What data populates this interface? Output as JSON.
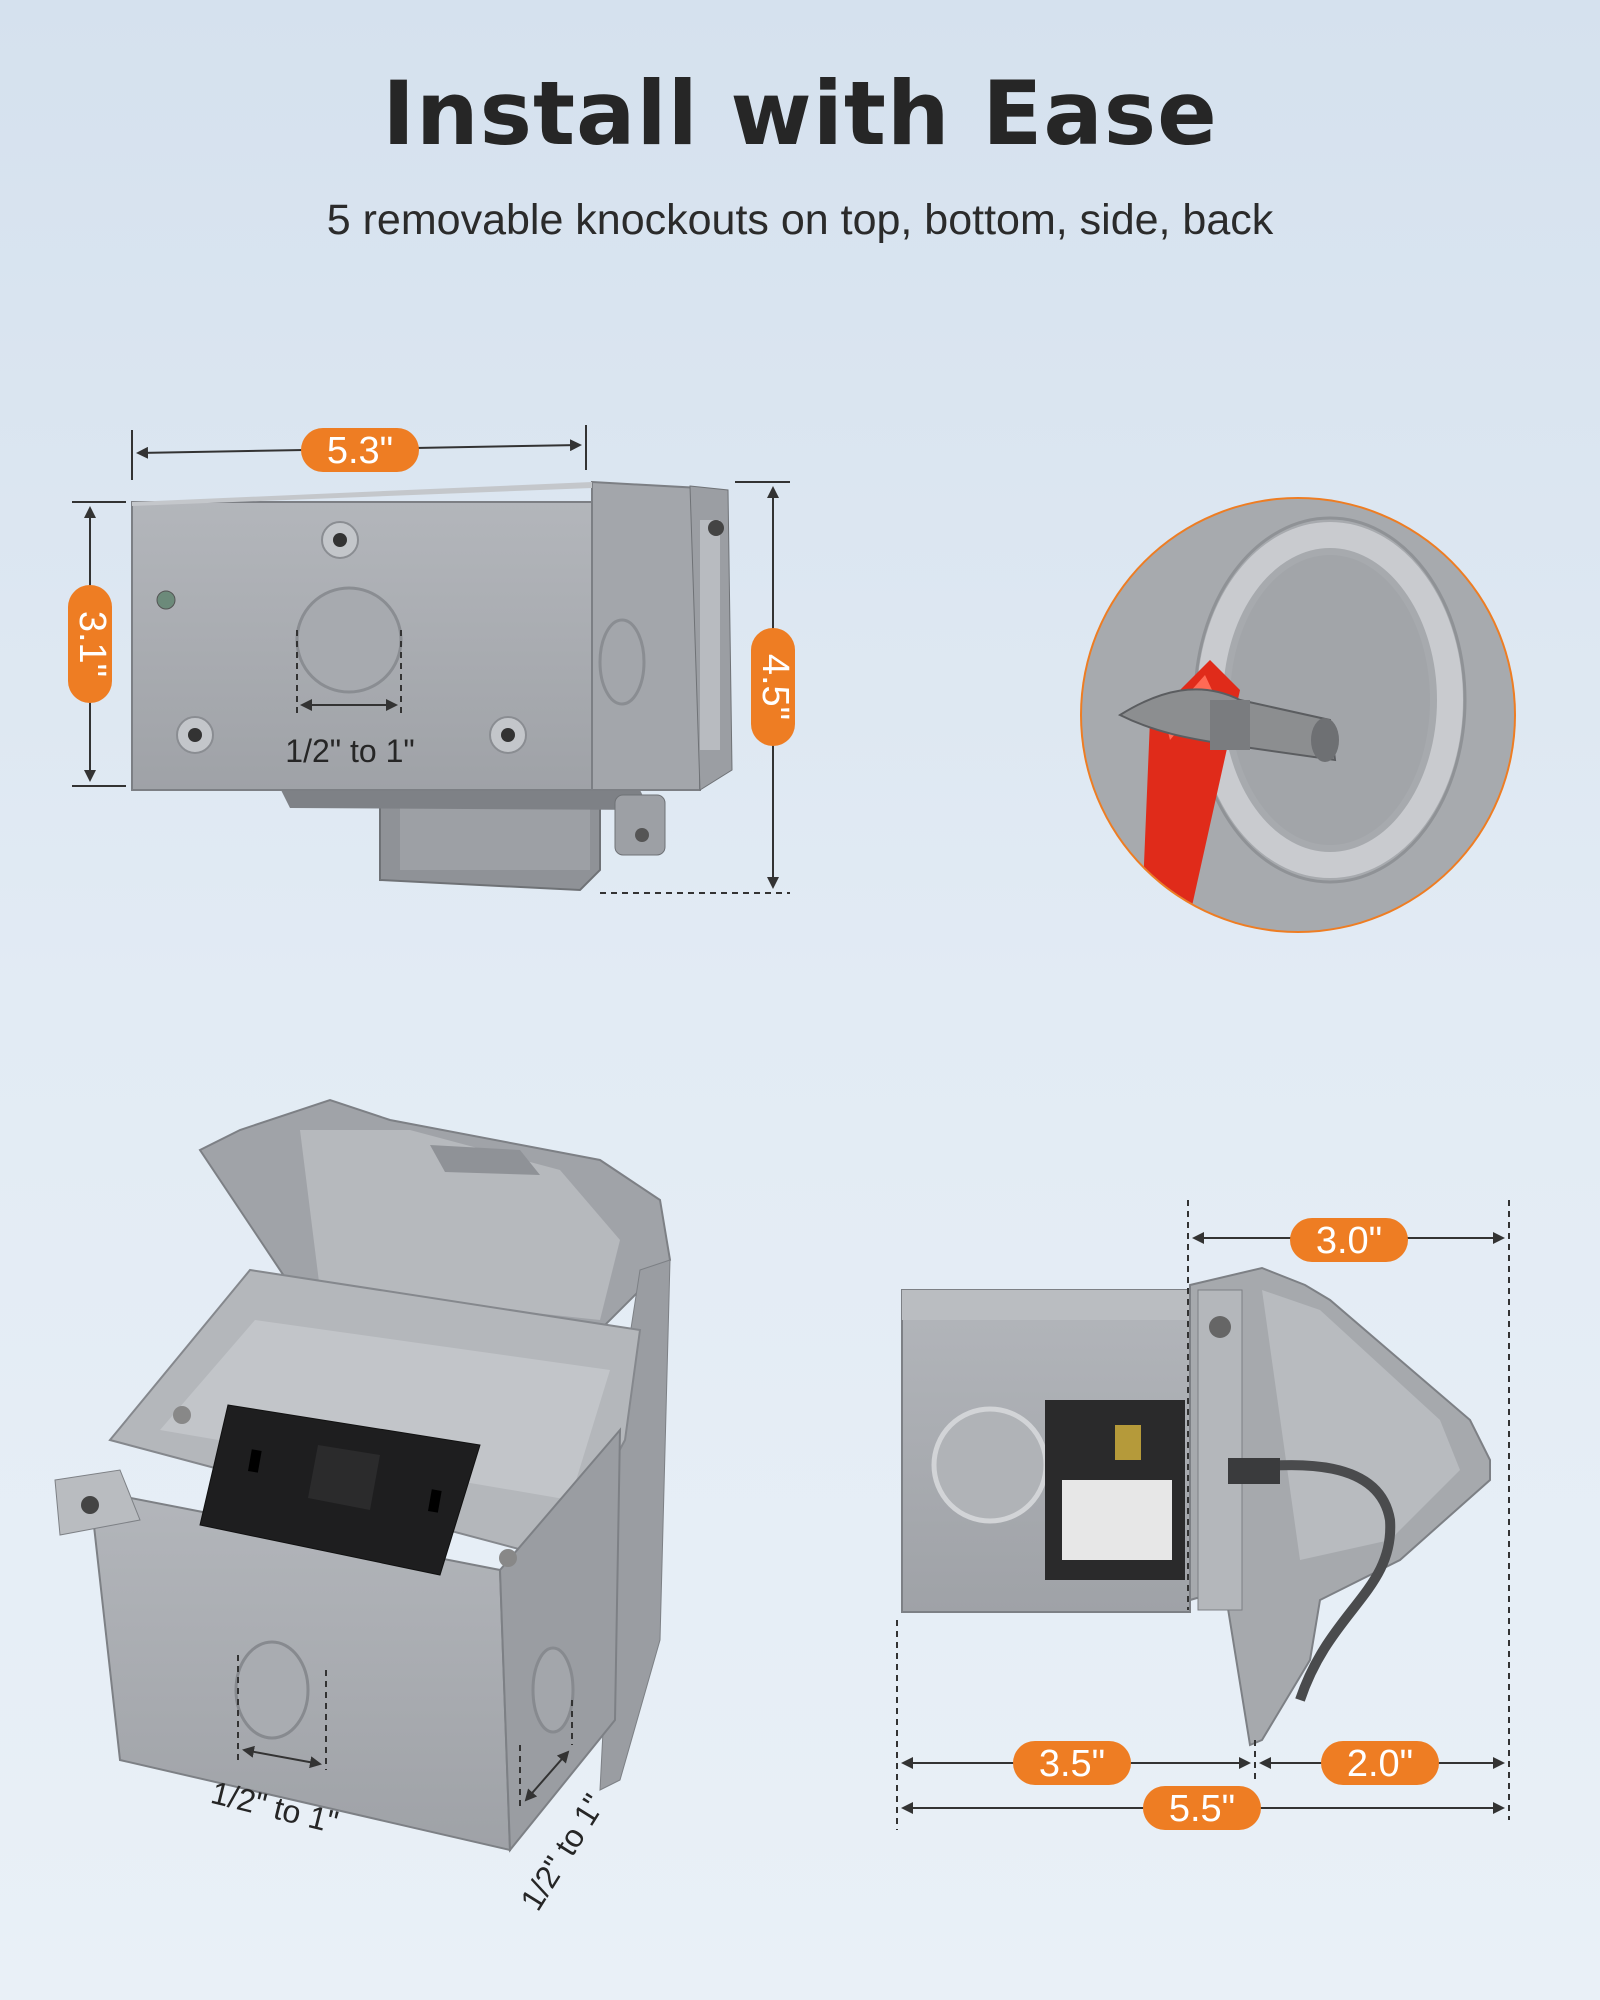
{
  "header": {
    "title": "Install with Ease",
    "subtitle": "5 removable knockouts on top, bottom, side, back"
  },
  "colors": {
    "accent_orange": "#ee7d23",
    "box_gray": "#a6a9ae",
    "background": "#dde7f1"
  },
  "front_view": {
    "width_label": "5.3\"",
    "height_label": "3.1\"",
    "depth_label": "4.5\"",
    "knockout_label": "1/2\" to 1\""
  },
  "hammer_callout": {
    "icon": "hammer-icon"
  },
  "iso_view": {
    "knockout_front_label": "1/2\" to 1\"",
    "knockout_side_label": "1/2\" to 1\""
  },
  "side_view": {
    "top_label": "3.0\"",
    "left_bottom_label": "3.5\"",
    "right_bottom_label": "2.0\"",
    "total_label": "5.5\""
  }
}
